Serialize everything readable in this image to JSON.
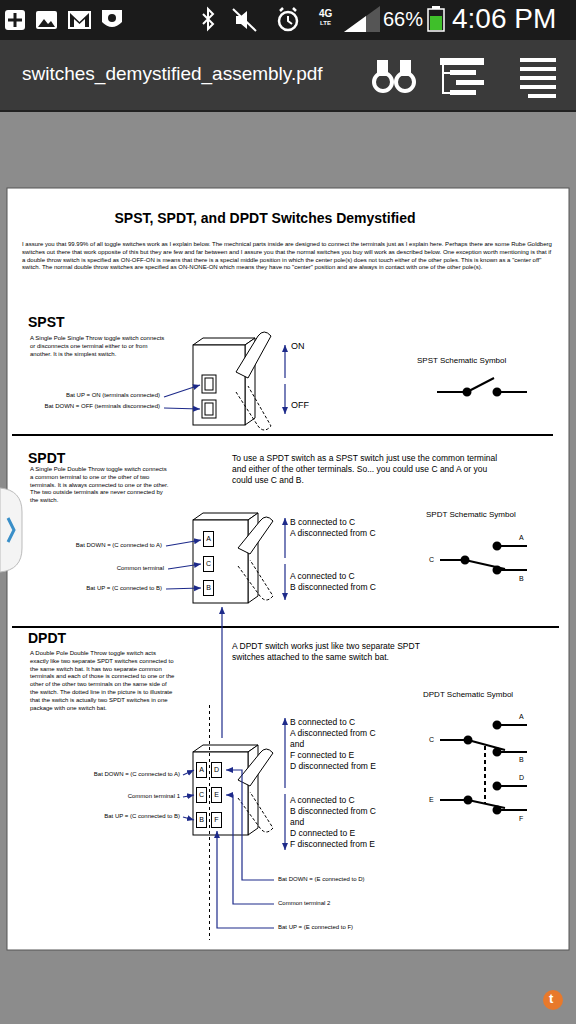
{
  "diagram": {
    "title": "SPST, SPDT, and DPDT Switches Demystified",
    "nodes": [
      {
        "text": [
          "A"
        ]
      },
      {
        "text": [
          "C"
        ]
      },
      {
        "text": [
          "B"
        ]
      },
      {
        "text": [
          "A"
        ]
      },
      {
        "text": [
          "D"
        ]
      },
      {
        "text": [
          "C"
        ]
      },
      {
        "text": [
          "E"
        ]
      },
      {
        "text": [
          "B"
        ]
      },
      {
        "text": [
          "F"
        ]
      }
    ],
    "labels": [
      "4G",
      "LTE",
      "66%",
      "4:06 PM",
      "switches_demystified_assembly.pdf",
      "I assure you that 99.99% of all toggle switches work as I explain below. The mechnical parts inside are designed to connect the terminals just as I explain here. Perhaps there are some Rube Goldberg switches out there that work opposite of this but they are few and far between and I assure you that the normal switches you buy will work as described below. One exception worth mentioning is that if a double throw switch is specified as ON-OFF-ON is means that there is a special middle position in which the center pole(s) does not touch either of the other poles. This is known as a \"center off\" switch. The normal double throw switches are specified as ON-NONE-ON which means they have no \"center\" position and are always in contact with one of the other pole(s).",
      "SPST",
      "A Single Pole Single Throw toggle switch connects or disconnects one terminal either to or from another. It is the simplest switch.",
      "Bat UP = ON (terminals connected)",
      "Bat DOWN = OFF (terminals disconnected)",
      "ON",
      "OFF",
      "SPST Schematic Symbol",
      "SPDT",
      "A Single Pole Double Throw toggle switch connects a common terminal to one or the other of two terminals. It is always connected to one or the other. The two outside terminals are never connected by the switch.",
      "To use a SPDT switch as a SPST switch just use the common terminal and either of the other terminals. So... you could use C and A or you could use C and B.",
      "Bat DOWN = (C connected to A)",
      "Common terminal",
      "Bat UP = (C connected to B)",
      "B connected to C",
      "A disconnected from C",
      "A connected to C",
      "B disconnected from C",
      "SPDT Schematic Symbol",
      "A",
      "C",
      "B",
      "DPDT",
      "A Double Pole Double Throw toggle switch acts exactly like two separate SPDT switches connected to the same switch bat. It has two separate common terminals and each of those is connected to one or the other of the other two terminals on the same side of the switch. The dotted line in the picture is to illustrate that the switch is actually two SPDT switches in one package with one switch bat.",
      "A DPDT switch works just like two separate SPDT switches attached to the same switch bat.",
      "Bat DOWN = (C connected to A)",
      "Common terminal 1",
      "Bat UP = (C connected to B)",
      "B connected to C",
      "A disconnected from C",
      "and",
      "F connected to E",
      "D disconnected from E",
      "A connected to C",
      "B disconnected from C",
      "and",
      "D connected to E",
      "F disconnected from E",
      "DPDT Schematic Symbol",
      "A",
      "C",
      "B",
      "D",
      "E",
      "F",
      "Bat DOWN = (E connected to D)",
      "Common terminal 2",
      "Bat UP = (E connected to F)",
      "t"
    ]
  }
}
